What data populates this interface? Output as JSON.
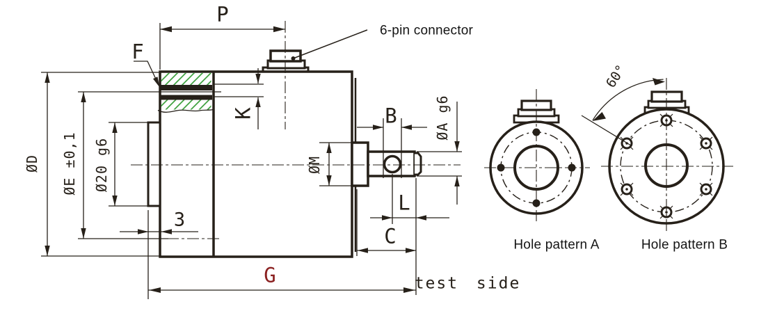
{
  "drawing": {
    "type": "technical-dimension-drawing",
    "views": {
      "side_view": "sensor body side section",
      "pattern_a_label": "Hole pattern A",
      "pattern_b_label": "Hole pattern B"
    },
    "notes": {
      "connector": "6-pin connector",
      "test_side": "test side"
    },
    "dimensions": {
      "p": "P",
      "f": "F",
      "k": "K",
      "b": "B",
      "shaft_dia": "ØA g6",
      "boss_dia": "ØM",
      "body_dia": "ØD",
      "bolt_circle_dia": "ØE ±0,1",
      "pilot_dia": "Ø20 g6",
      "step": "3",
      "l": "L",
      "c": "C",
      "g": "G",
      "angle": "60°"
    },
    "hole_pattern_a": {
      "holes": 4,
      "spacing_deg": 90
    },
    "hole_pattern_b": {
      "holes": 6,
      "spacing_deg": 60
    },
    "colors": {
      "line": "#262019",
      "hatch_green": "#3fa13f",
      "g_dimension_red": "#8b2121"
    }
  }
}
